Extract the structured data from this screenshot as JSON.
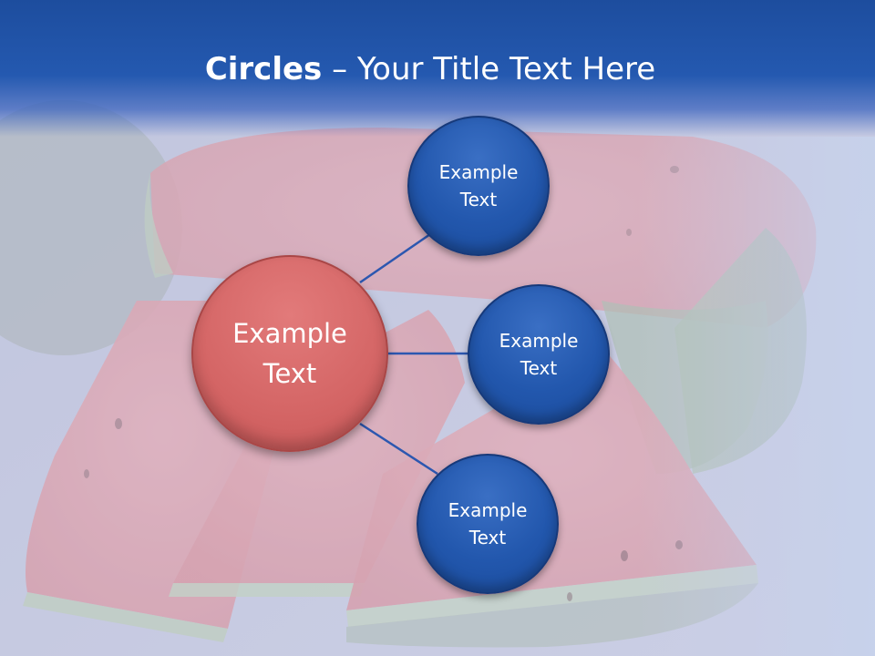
{
  "slide": {
    "title_bold": "Circles",
    "title_rest": " – Your Title Text Here"
  },
  "diagram": {
    "center": {
      "label": "Example\nText"
    },
    "satellites": [
      {
        "label": "Example\nText"
      },
      {
        "label": "Example\nText"
      },
      {
        "label": "Example\nText"
      }
    ]
  },
  "colors": {
    "header": "#2459b0",
    "center_circle": "#d46565",
    "satellite_circle": "#2257ad",
    "connector": "#2c57b0"
  }
}
